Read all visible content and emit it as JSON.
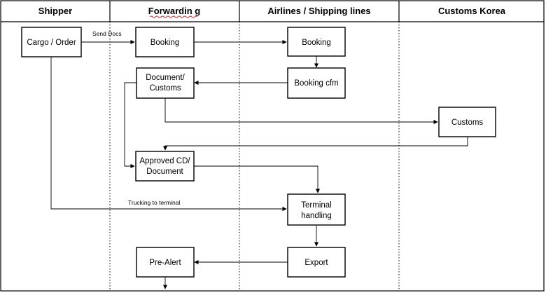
{
  "lanes": {
    "shipper": "Shipper",
    "forwarding": "Forwardin g",
    "airlines": "Airlines / Shipping lines",
    "customs_korea": "Customs Korea"
  },
  "boxes": {
    "cargo_order": "Cargo / Order",
    "fwd_booking": "Booking",
    "air_booking": "Booking",
    "booking_cfm": "Booking cfm",
    "document_customs": [
      "Document/",
      "Customs"
    ],
    "customs": "Customs",
    "approved_cd": [
      "Approved CD/",
      "Document"
    ],
    "terminal_handling": [
      "Terminal",
      "handling"
    ],
    "export": "Export",
    "pre_alert": "Pre-Alert"
  },
  "labels": {
    "send_docs": "Send Docs",
    "trucking": "Trucking to terminal"
  },
  "colors": {
    "line": "#000000",
    "background": "#ffffff",
    "spellcheck": "#e02020"
  }
}
